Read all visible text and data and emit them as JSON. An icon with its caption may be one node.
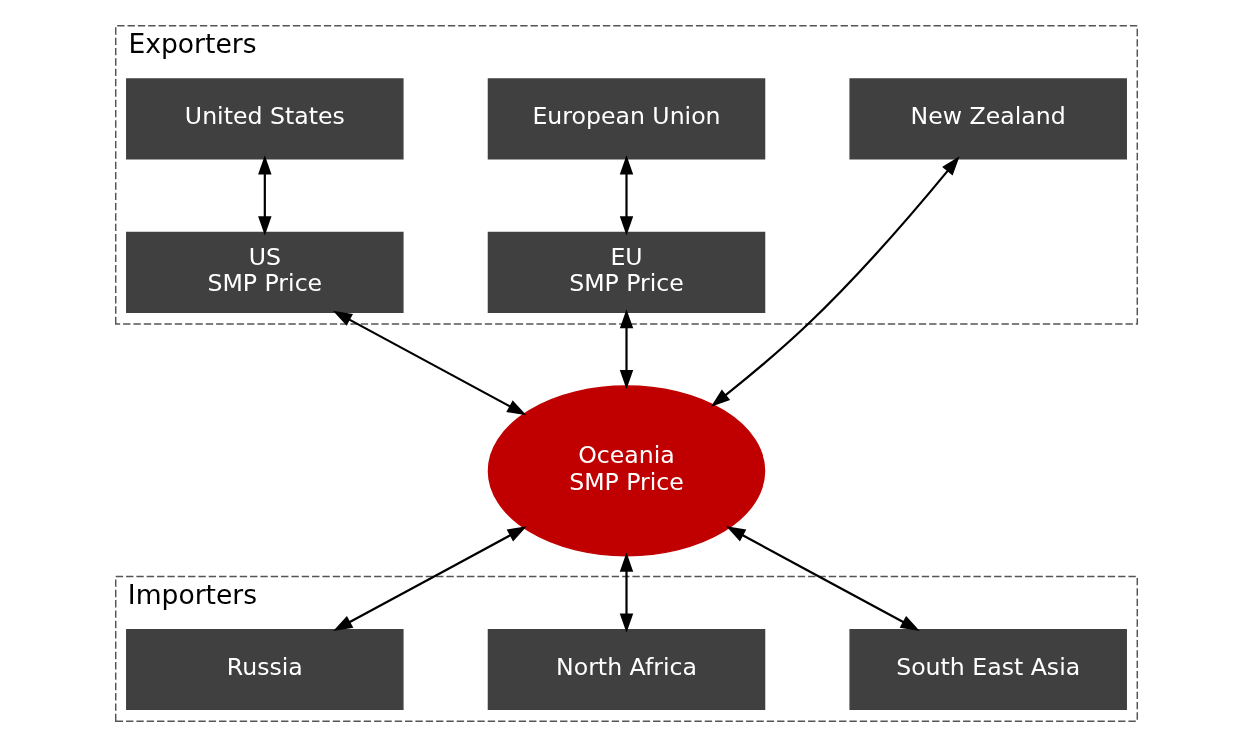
{
  "diagram": {
    "nodes": [
      {
        "text": [
          "Exporters"
        ]
      },
      {
        "text": [
          "European Union"
        ],
        "in": 0
      },
      {
        "text": [
          "United States"
        ],
        "in": 0
      },
      {
        "text": [
          "New Zealand"
        ],
        "in": 0
      },
      {
        "text": [
          "EU SMP Price"
        ],
        "in": 0
      },
      {
        "text": [
          "US SMP Price"
        ],
        "in": 0
      },
      {
        "text": [
          "Oceania",
          "SMP Price"
        ]
      },
      {
        "text": [
          "Importers"
        ]
      },
      {
        "text": [
          "South East Asia"
        ],
        "in": 7
      },
      {
        "text": [
          "North Africa"
        ],
        "in": 7
      },
      {
        "text": [
          "Russia"
        ],
        "in": 7
      }
    ],
    "edges": [
      {
        "from": 1,
        "to": 4,
        "arrow": "both"
      },
      {
        "from": 2,
        "to": 5,
        "arrow": "both"
      },
      {
        "from": 4,
        "to": 6,
        "arrow": "both"
      },
      {
        "from": 5,
        "to": 6,
        "arrow": "both"
      },
      {
        "from": 3,
        "to": 6,
        "arrow": "both"
      },
      {
        "from": 6,
        "to": 8,
        "arrow": "both"
      },
      {
        "from": 6,
        "to": 9,
        "arrow": "both"
      },
      {
        "from": 6,
        "to": 10,
        "arrow": "both"
      }
    ]
  }
}
